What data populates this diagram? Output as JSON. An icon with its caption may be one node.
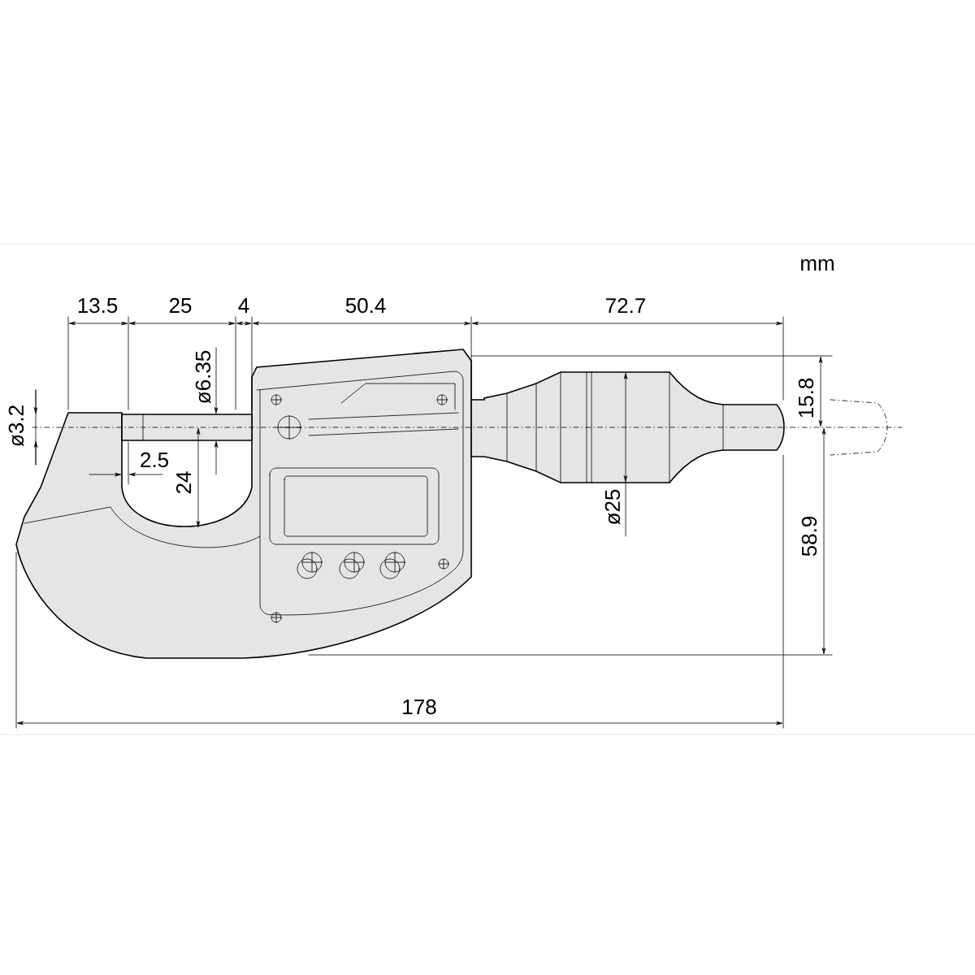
{
  "diagram": {
    "labels": [
      "mm",
      "13.5",
      "25",
      "4",
      "50.4",
      "72.7",
      "ø6.35",
      "ø3.2",
      "15.8",
      "2.5",
      "24",
      "ø25",
      "58.9",
      "178"
    ]
  }
}
